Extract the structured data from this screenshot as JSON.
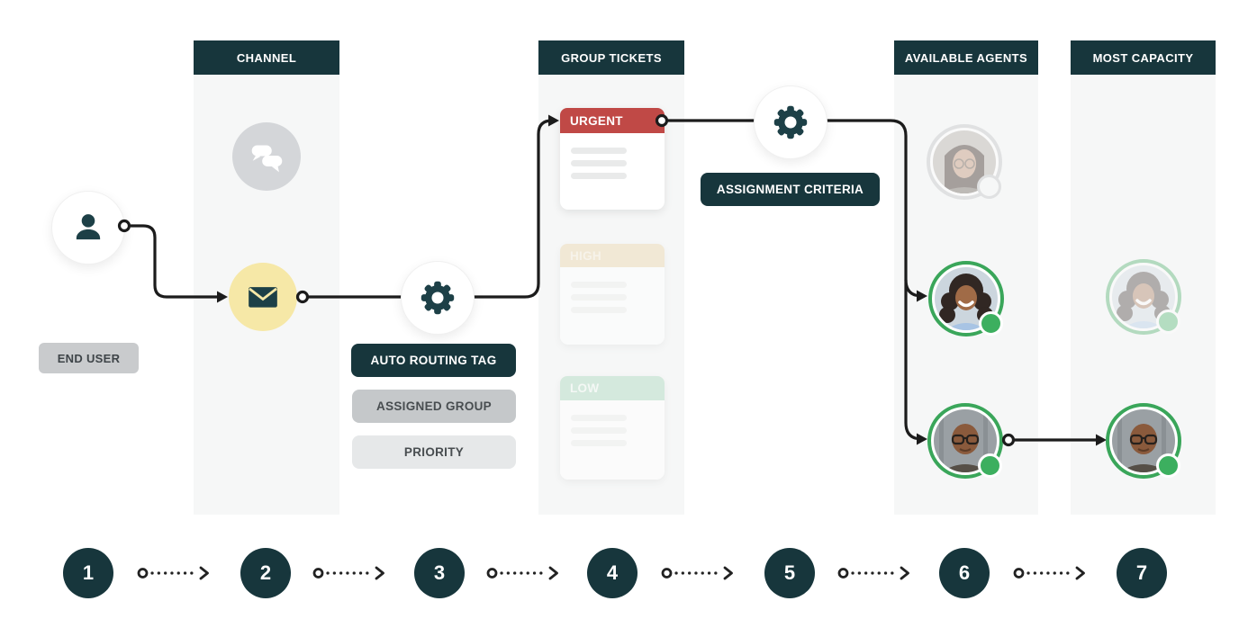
{
  "columns": [
    {
      "label": "CHANNEL"
    },
    {
      "label": "GROUP TICKETS"
    },
    {
      "label": "AVAILABLE AGENTS"
    },
    {
      "label": "MOST CAPACITY"
    }
  ],
  "end_user": {
    "label": "END USER"
  },
  "routing": {
    "auto_routing_tag": "AUTO ROUTING TAG",
    "assigned_group": "ASSIGNED GROUP",
    "priority": "PRIORITY"
  },
  "assignment": {
    "label": "ASSIGNMENT CRITERIA"
  },
  "tickets": [
    {
      "label": "URGENT",
      "color": "#c04946"
    },
    {
      "label": "HIGH",
      "color": "#eddcbb"
    },
    {
      "label": "LOW",
      "color": "#bfe0cc"
    }
  ],
  "steps": [
    "1",
    "2",
    "3",
    "4",
    "5",
    "6",
    "7"
  ],
  "icons": {
    "end_user": "person-icon",
    "channel_inactive": "chat-bubbles-icon",
    "channel_active": "envelope-icon",
    "auto_routing": "gear-icon",
    "assignment": "gear-icon"
  },
  "colors": {
    "dark_teal": "#17363c",
    "urgent_red": "#c04946",
    "high_tan": "#eddcbb",
    "low_green": "#bfe0cc",
    "email_yellow": "#f6e8a7",
    "agent_ring_green": "#3aa65a",
    "status_dot_green": "#3caf5f",
    "inactive_gray": "#c9cbcd",
    "column_bg": "#f6f7f7",
    "line_black": "#1c1c1c"
  }
}
